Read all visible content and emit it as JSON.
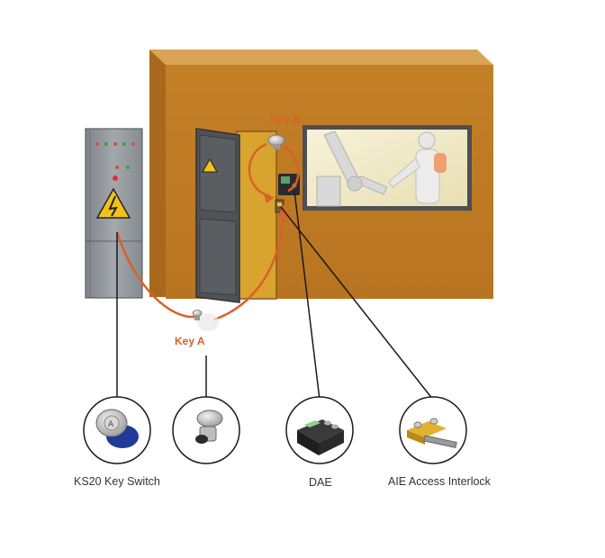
{
  "diagram": {
    "keys": {
      "key_a": "Key A",
      "key_b": "Key B"
    },
    "components": [
      {
        "id": "ks20",
        "label": "KS20 Key Switch",
        "icon": "key-switch-icon"
      },
      {
        "id": "key",
        "label": "",
        "icon": "key-icon"
      },
      {
        "id": "dae",
        "label": "DAE",
        "icon": "dae-unit-icon"
      },
      {
        "id": "aie",
        "label": "AIE Access Interlock",
        "icon": "access-interlock-icon"
      }
    ],
    "colors": {
      "enclosure": "#c8842a",
      "enclosure_top": "#d9a456",
      "cabinet": "#8f9499",
      "door": "#4f5256",
      "key_path": "#d9612a",
      "key_text": "#d9612a",
      "leader_line": "#1a1a1a",
      "warning_yellow": "#f2c21a"
    }
  }
}
